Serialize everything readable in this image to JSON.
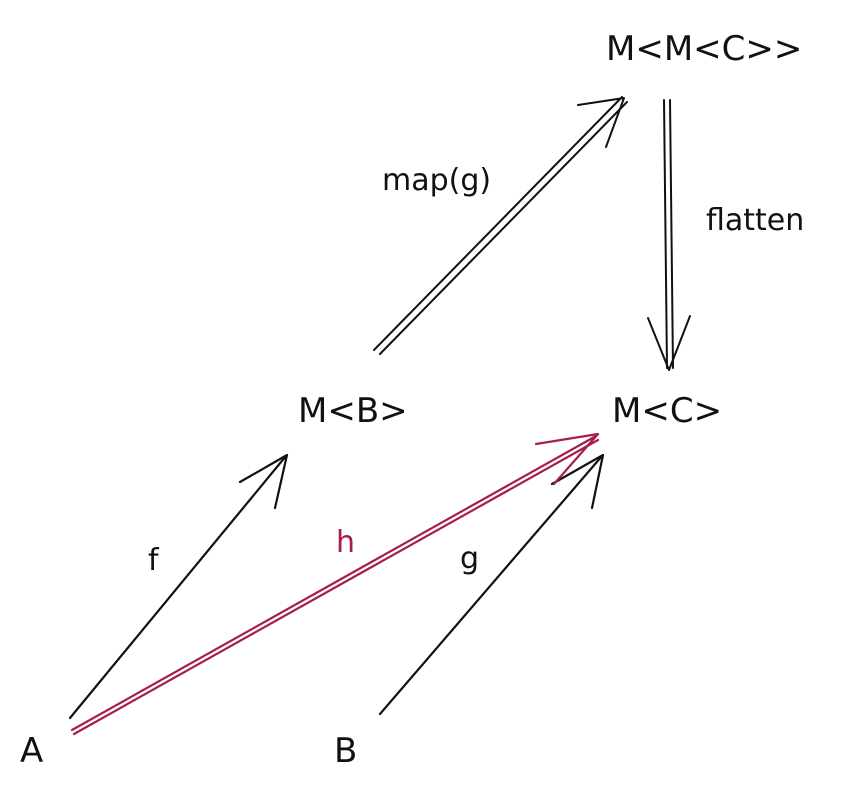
{
  "colors": {
    "ink": "#111111",
    "accent": "#a61e4d",
    "background": "#ffffff"
  },
  "nodes": {
    "mmc": "M<M<C>>",
    "mb": "M<B>",
    "mc": "M<C>",
    "a": "A",
    "b": "B"
  },
  "edges": {
    "map_g": "map(g)",
    "flatten": "flatten",
    "f": "f",
    "h": "h",
    "g": "g"
  }
}
